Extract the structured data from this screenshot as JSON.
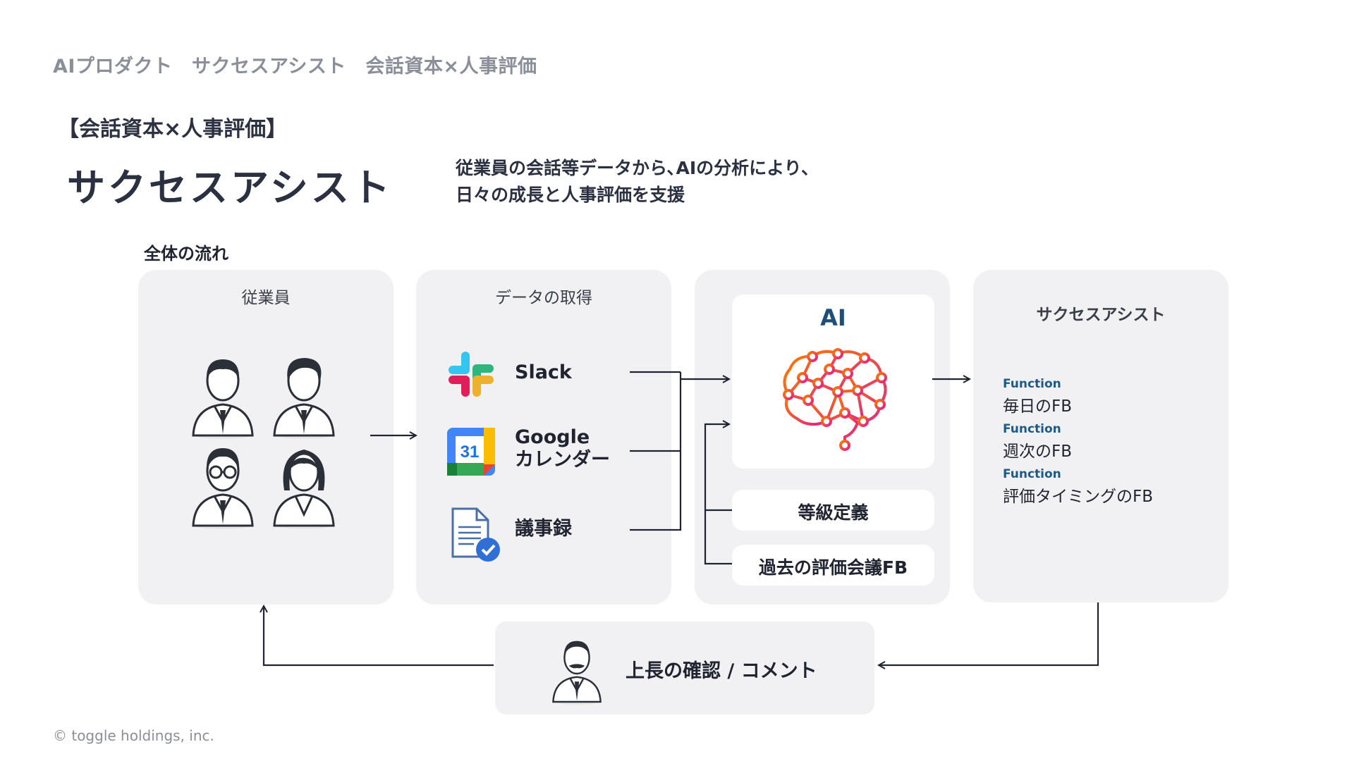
{
  "header": {
    "breadcrumb": "AIプロダクト　サクセスアシスト　会話資本×人事評価",
    "subtitle": "【会話資本×人事評価】",
    "title": "サクセスアシスト",
    "description_line1": "従業員の会話等データから､AIの分析により､",
    "description_line2": "日々の成長と人事評価を支援"
  },
  "flow": {
    "label": "全体の流れ",
    "employees": {
      "title": "従業員"
    },
    "data_sources": {
      "title": "データの取得",
      "items": [
        {
          "label": "Slack",
          "icon": "slack-icon"
        },
        {
          "label_line1": "Google",
          "label_line2": "カレンダー",
          "icon": "google-calendar-icon",
          "calendar_day": "31"
        },
        {
          "label": "議事録",
          "icon": "document-check-icon"
        }
      ]
    },
    "ai": {
      "title": "AI",
      "icon": "ai-brain-icon",
      "inputs": [
        "等級定義",
        "過去の評価会議FB"
      ]
    },
    "product": {
      "title": "サクセスアシスト",
      "functions": [
        {
          "tag": "Function",
          "text": "毎日のFB"
        },
        {
          "tag": "Function",
          "text": "週次のFB"
        },
        {
          "tag": "Function",
          "text": "評価タイミングのFB"
        }
      ]
    },
    "manager": {
      "label": "上長の確認 / コメント",
      "icon": "manager-icon"
    }
  },
  "footer": {
    "copyright": "© toggle holdings, inc."
  },
  "colors": {
    "panel_bg": "#f1f1f3",
    "text_dark": "#1f2430",
    "breadcrumb_gray": "#8a8f99",
    "function_blue": "#1e5a85",
    "ai_title": "#1f4f78",
    "brain_gradient_start": "#ff7a00",
    "brain_gradient_end": "#e0208a"
  }
}
